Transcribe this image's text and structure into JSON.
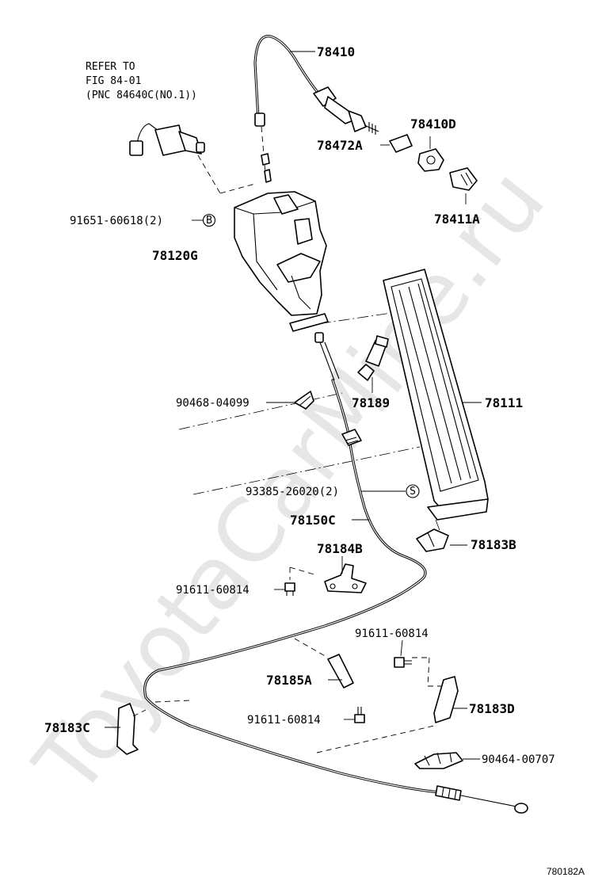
{
  "diagram": {
    "figure_code": "780182A",
    "watermark": "ToyotaCarMine.ru",
    "note": [
      "REFER TO",
      "FIG 84-01",
      "(PNC 84640C(NO.1))"
    ],
    "callouts": {
      "c78410": "78410",
      "c78410D": "78410D",
      "c78472A": "78472A",
      "c78411A": "78411A",
      "c91651": "91651-60618(2)",
      "c78120G": "78120G",
      "c90468": "90468-04099",
      "c78189": "78189",
      "c78111": "78111",
      "c93385": "93385-26020(2)",
      "c78150C": "78150C",
      "c78184B": "78184B",
      "c78183B": "78183B",
      "c91611a": "91611-60814",
      "c91611b": "91611-60814",
      "c78185A": "78185A",
      "c78183D": "78183D",
      "c78183C": "78183C",
      "c91611c": "91611-60814",
      "c90464": "90464-00707"
    },
    "markers": {
      "b": "B",
      "s": "S"
    }
  }
}
